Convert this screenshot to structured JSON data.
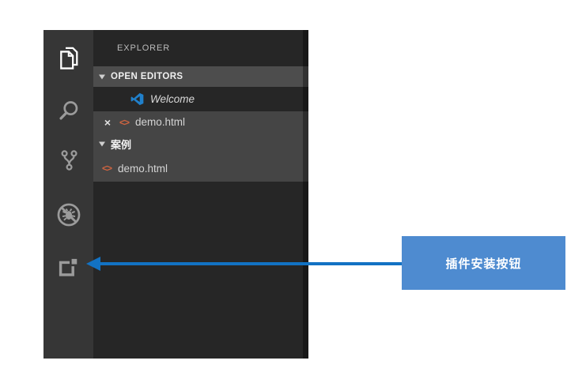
{
  "activity_bar": {
    "items": [
      {
        "id": "explorer",
        "icon": "files-icon",
        "active": true
      },
      {
        "id": "search",
        "icon": "search-icon",
        "active": false
      },
      {
        "id": "source-control",
        "icon": "source-control-icon",
        "active": false
      },
      {
        "id": "debug",
        "icon": "debug-disabled-icon",
        "active": false
      },
      {
        "id": "extensions",
        "icon": "extensions-icon",
        "active": false
      }
    ]
  },
  "explorer": {
    "title": "EXPLORER",
    "open_editors": {
      "label": "OPEN EDITORS",
      "items": [
        {
          "label": "Welcome",
          "icon": "vscode-logo-icon",
          "selected": true
        },
        {
          "label": "demo.html",
          "icon": "html-tag-icon",
          "close_glyph": "×"
        }
      ]
    },
    "folder": {
      "label": "案例",
      "items": [
        {
          "label": "demo.html",
          "icon": "html-tag-icon"
        }
      ]
    },
    "html_tag_glyph": "<>"
  },
  "annotation": {
    "label": "插件安装按钮",
    "box_color": "#4e8bd0",
    "arrow_color": "#1272c3"
  },
  "colors": {
    "activity_bar_bg": "#363636",
    "sidebar_bg": "#262626",
    "section_block_bg": "#454545",
    "section_header_bg": "#4d4d4d",
    "selected_row_bg": "#262626",
    "html_tag_color": "#cf6440",
    "active_icon": "#ffffff",
    "inactive_icon": "#9b9b9b"
  }
}
